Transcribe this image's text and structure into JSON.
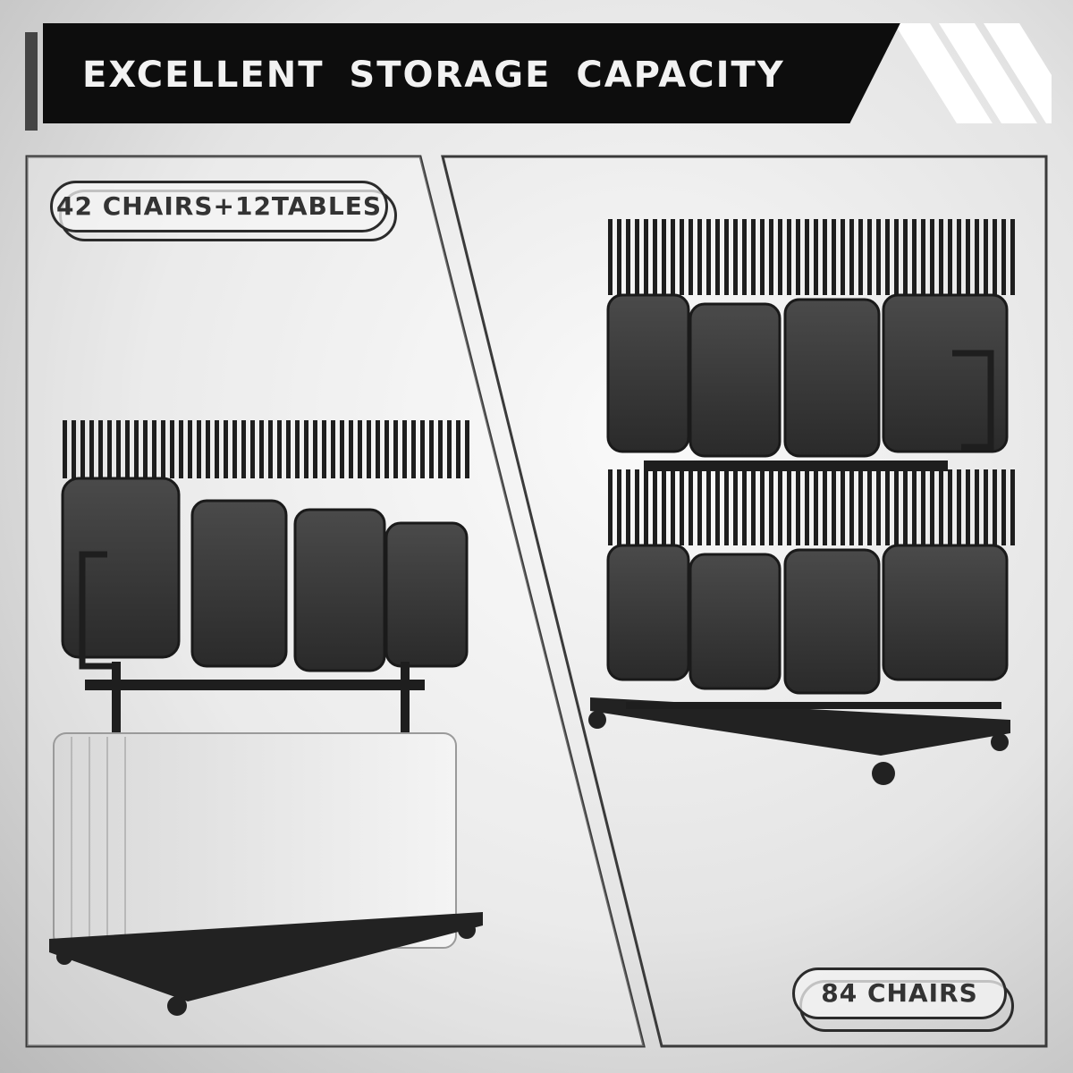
{
  "header": {
    "title": "EXCELLENT STORAGE CAPACITY"
  },
  "left_panel": {
    "caption": "42 CHAIRS+12TABLES"
  },
  "right_panel": {
    "caption": "84 CHAIRS"
  },
  "colors": {
    "banner": "#0d0d0d",
    "frame": "#1f1f1f",
    "chair": "#3a3a3a",
    "table": "#eeeeee"
  },
  "icons": [
    "diagonal-stripes-icon"
  ]
}
